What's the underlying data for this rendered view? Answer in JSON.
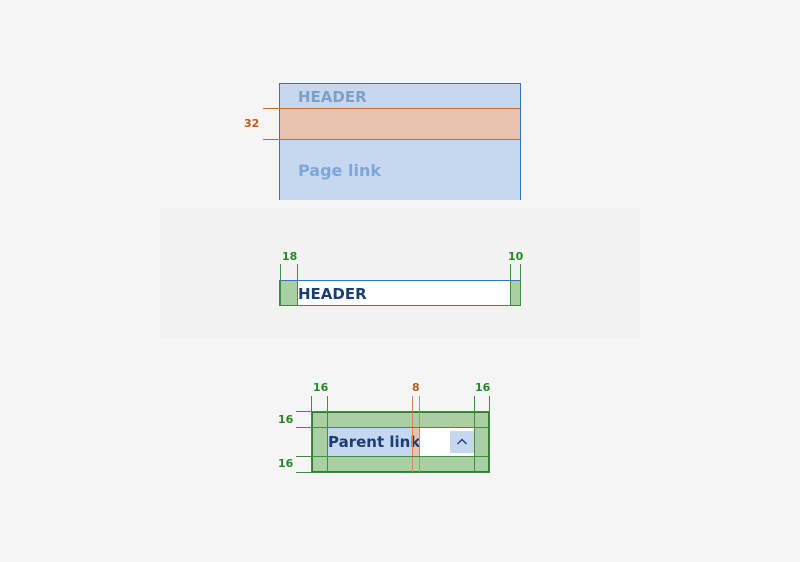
{
  "top_section": {
    "header_text": "HEADER",
    "page_link_text": "Page link",
    "gap_label": "32"
  },
  "middle_section": {
    "header_text": "HEADER",
    "left_padding_label": "18",
    "right_padding_label": "10"
  },
  "bottom_section": {
    "parent_link_text": "Parent link",
    "chevron_icon": "chevron-up-icon",
    "left_padding_label": "16",
    "gap_label": "8",
    "right_padding_label": "16",
    "top_padding_label": "16",
    "bottom_padding_label": "16"
  },
  "colors": {
    "blue_fill": "#c6d8ef",
    "blue_border": "#2f77c6",
    "orange_fill": "#e7c2ae",
    "green_fill": "#a9cfa2",
    "green_border": "#2e7d32",
    "navy_text": "#1c3f72"
  }
}
